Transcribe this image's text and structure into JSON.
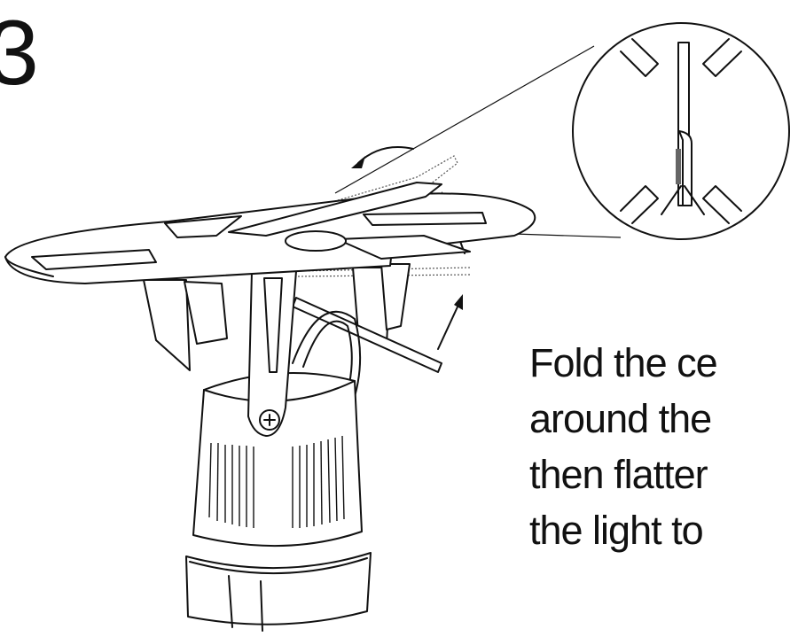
{
  "step": {
    "number": "3"
  },
  "instructions": {
    "lines": [
      "Fold the ce",
      "around the",
      "then flatter",
      "the light to"
    ]
  },
  "icons": {
    "rotate_arrow": "curved-arrow-icon",
    "fold_arrows": "straight-arrow-icon",
    "screw": "phillips-screw-icon"
  }
}
